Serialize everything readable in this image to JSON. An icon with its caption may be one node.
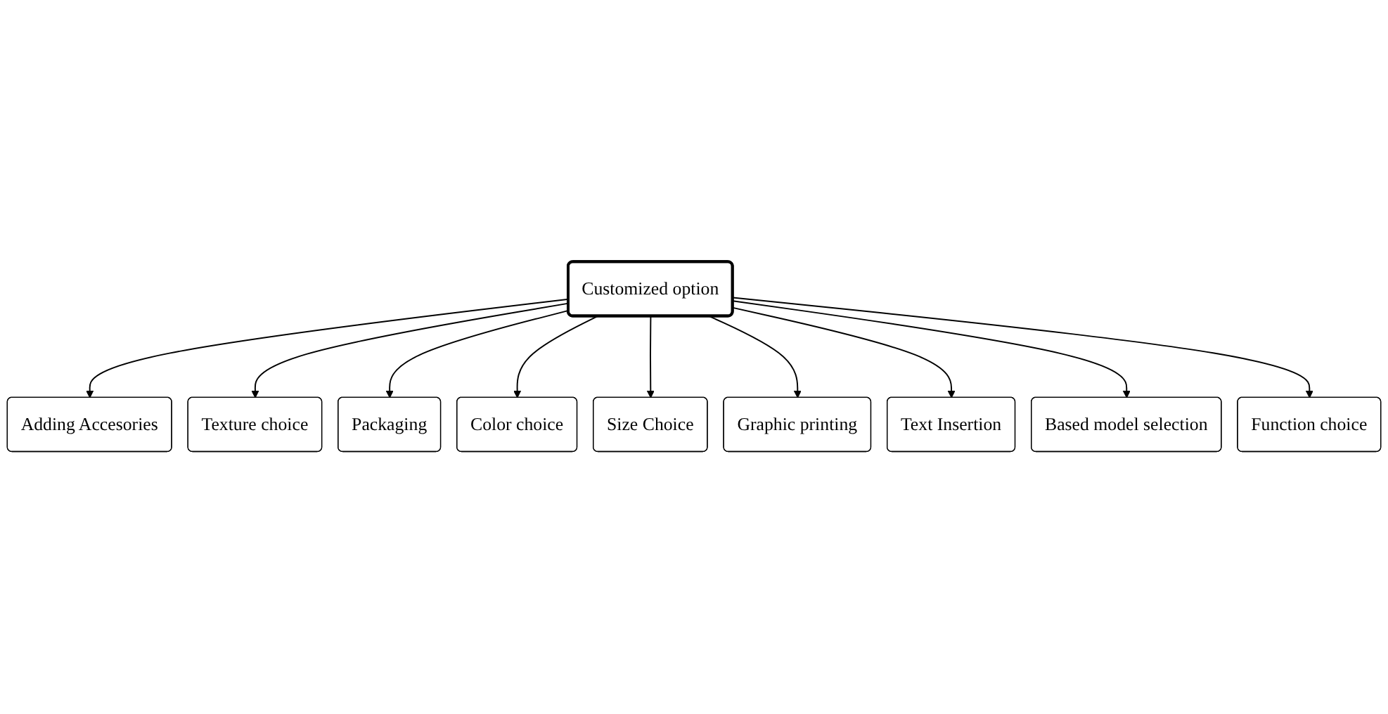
{
  "diagram": {
    "nodes": [
      {
        "text": [
          "Adding Accesories"
        ]
      },
      {
        "text": [
          "Texture choice"
        ]
      },
      {
        "text": [
          "Packaging"
        ]
      },
      {
        "text": [
          "Color choice"
        ]
      },
      {
        "text": [
          "Customized option"
        ]
      },
      {
        "text": [
          "Size Choice"
        ]
      },
      {
        "text": [
          "Graphic printing"
        ]
      },
      {
        "text": [
          "Text Insertion"
        ]
      },
      {
        "text": [
          "Based model selection"
        ]
      },
      {
        "text": [
          "Function choice"
        ]
      }
    ],
    "edges": [
      {
        "from": 4,
        "to": 0,
        "arrow": "to"
      },
      {
        "from": 4,
        "to": 1,
        "arrow": "to"
      },
      {
        "from": 4,
        "to": 2,
        "arrow": "to"
      },
      {
        "from": 4,
        "to": 3,
        "arrow": "to"
      },
      {
        "from": 4,
        "to": 5,
        "arrow": "to"
      },
      {
        "from": 4,
        "to": 6,
        "arrow": "to"
      },
      {
        "from": 4,
        "to": 7,
        "arrow": "to"
      },
      {
        "from": 4,
        "to": 8,
        "arrow": "to"
      },
      {
        "from": 4,
        "to": 9,
        "arrow": "to"
      }
    ]
  }
}
